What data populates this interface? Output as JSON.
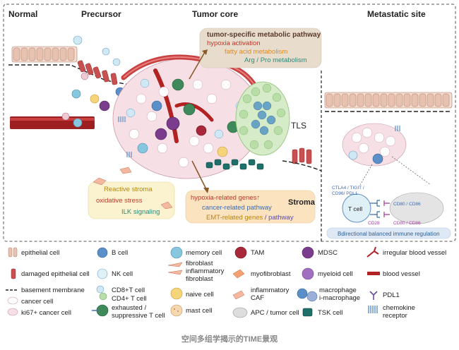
{
  "stages": {
    "normal": "Normal",
    "precursor": "Precursor",
    "tumor_core": "Tumor core",
    "metastatic_site": "Metastatic site"
  },
  "metabolic": {
    "title": "tumor-specific metabolic pathway",
    "line1": "hypoxia  activation",
    "line2": "fatty acid metabolism",
    "line3": "Arg / Pro  metabolism"
  },
  "tls_label": "TLS",
  "stroma_label": "Stroma",
  "reactive": {
    "line1": "Reactive stroma",
    "line2": "oxidative stress",
    "line3": "ILK signaling"
  },
  "hypoxia_box": {
    "line1": "hypoxia-related genes↑",
    "line2": "cancer-related pathway",
    "line3a": "EMT-related  genes",
    "line3b": " / pathway"
  },
  "immune": {
    "checkpoints": "CTLA4 / TIGIT /",
    "checkpoints2": "CD96/ PDL1",
    "tcell": "T cell",
    "cd80a": "CD80 / CD86",
    "cd28": "CD28",
    "cd80b": "CD80 / CD86",
    "caption": "Bdirectional balanced immune regulation"
  },
  "legend": {
    "epithelial": "epithelial cell",
    "damaged_epithelial": "damaged epithelial cell",
    "basement": "basement membrane",
    "cancer": "cancer cell",
    "ki67": "ki67+ cancer cell",
    "bcell": "B cell",
    "nk": "NK cell",
    "cd8": "CD8+T cell",
    "cd4": "CD4+ T cell",
    "exhausted1": "exhausted /",
    "exhausted2": "suppressive  T cell",
    "memory": "memory cell",
    "fibro1": "fibroblast",
    "fibro2": "inflammatory",
    "fibro3": "fibroblast",
    "naive": "naive cell",
    "mast": "mast cell",
    "tam": "TAM",
    "myofibro": "myofibroblast",
    "infl_caf1": "inflammatory",
    "infl_caf2": "CAF",
    "apc": "APC / tumor cell",
    "mdsc": "MDSC",
    "myeloid": "myeloid cell",
    "macro1": "macrophage",
    "macro2": "i-macrophage",
    "tsk": "TSK cell",
    "irregular_vessel": "irregular blood vessel",
    "vessel": "blood vessel",
    "pdl1": "PDL1",
    "chemo1": "chemokine",
    "chemo2": "receptor"
  },
  "caption": "空间多组学揭示的TIME景观",
  "colors": {
    "frame": "#555555",
    "metabolic_box": "#e8dccd",
    "reactive_box": "#fbf3cf",
    "hypoxia_box": "#fbe3c0",
    "immune_caption_box": "#dfe9f6",
    "bcell": "#5b8fc7",
    "memory": "#86c6de",
    "tam": "#a8283a",
    "mdsc": "#7b3c8e",
    "cd8": "#3f8a5a",
    "tsk": "#1f6f6a",
    "vessel": "#b22222",
    "naive": "#f5d47a"
  }
}
